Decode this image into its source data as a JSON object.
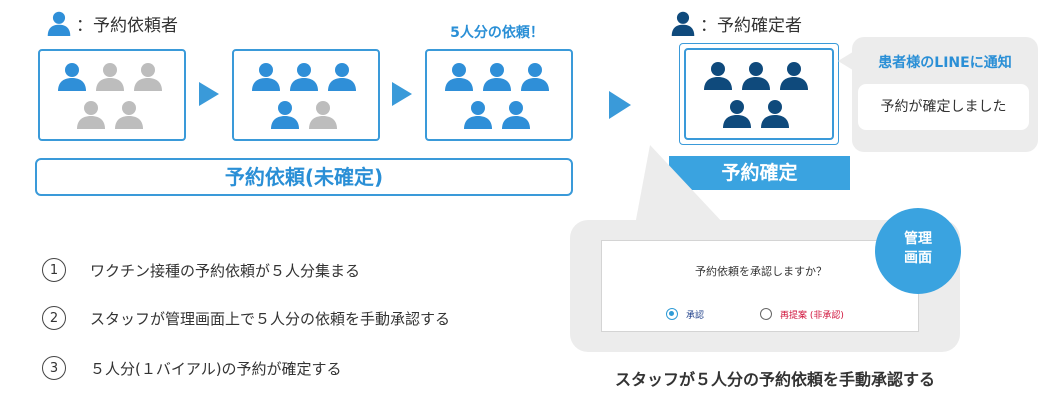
{
  "legend": {
    "requester": "：予約依頼者",
    "confirmer": "：予約確定者"
  },
  "callout": "5人分の依頼！",
  "stages": [
    {
      "filled": 1,
      "total": 5
    },
    {
      "filled": 4,
      "total": 5
    },
    {
      "filled": 5,
      "total": 5
    }
  ],
  "labels": {
    "unconfirmed": "予約依頼(未確定)",
    "confirmed": "予約確定"
  },
  "line_notice": {
    "title": "患者様のLINEに通知",
    "message": "予約が確定しました"
  },
  "admin": {
    "badge_line1": "管理",
    "badge_line2": "画面",
    "question": "予約依頼を承認しますか？",
    "option_approve": "承認",
    "option_reject": "再提案 (非承認)"
  },
  "admin_caption": "スタッフが５人分の予約依頼を手動承認する",
  "steps": [
    {
      "num": "1",
      "text": "ワクチン接種の予約依頼が５人分集まる"
    },
    {
      "num": "2",
      "text": "スタッフが管理画面上で５人分の依頼を手動承認する"
    },
    {
      "num": "3",
      "text": "５人分(１バイアル)の予約が確定する"
    }
  ],
  "colors": {
    "primary": "#3a9ad9",
    "person_filled": "#2f8fd8",
    "person_empty": "#bdbdbd",
    "person_confirmed": "#0f4a7c",
    "confirm_bar": "#3aa3e0",
    "reject_text": "#d0143c"
  }
}
